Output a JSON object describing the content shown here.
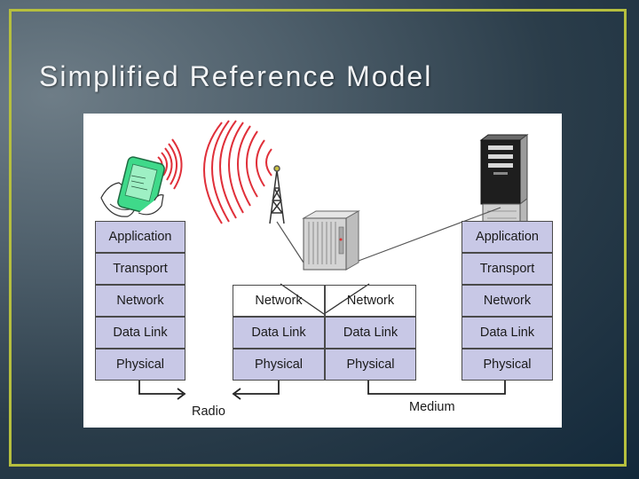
{
  "slide": {
    "title": "Simplified Reference Model",
    "accent_color": "#b6bf3e"
  },
  "diagram": {
    "end_system_left": {
      "layers": [
        "Application",
        "Transport",
        "Network",
        "Data Link",
        "Physical"
      ],
      "icon": "handheld-pda-icon"
    },
    "intermediate_system": {
      "network_left": "Network",
      "network_right": "Network",
      "datalink_left": "Data Link",
      "datalink_right": "Data Link",
      "physical_left": "Physical",
      "physical_right": "Physical",
      "icon": "router-rack-icon"
    },
    "end_system_right": {
      "layers": [
        "Application",
        "Transport",
        "Network",
        "Data Link",
        "Physical"
      ],
      "icon": "server-tower-icon"
    },
    "links": {
      "radio_label": "Radio",
      "medium_label": "Medium"
    },
    "layer_color": "#c8c8e6",
    "radio_wave_color": "#e0303a"
  }
}
